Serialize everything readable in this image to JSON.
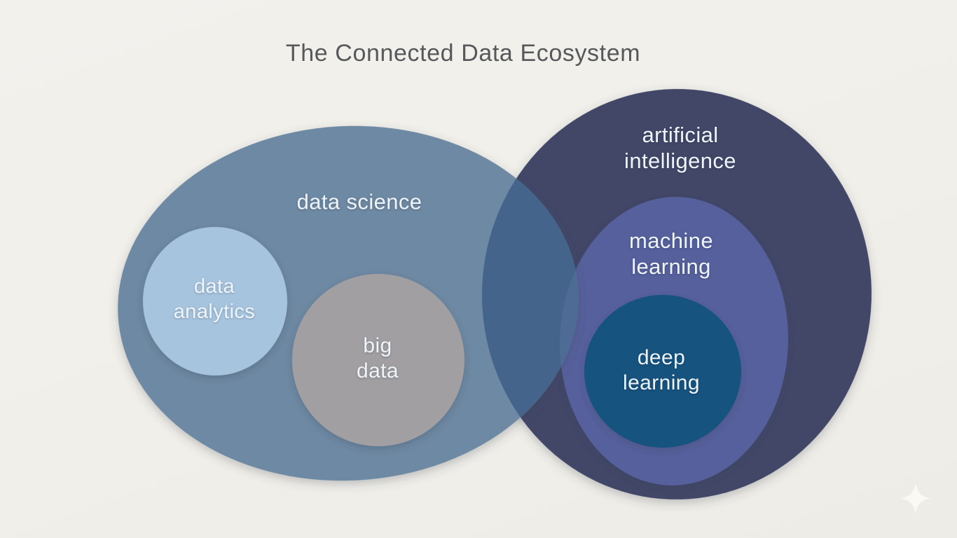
{
  "page": {
    "title": "The Connected Data Ecosystem",
    "title_color": "#56585b",
    "background_color": "#f1efe9"
  },
  "venn": {
    "label_color": "#eef4f8",
    "sets": [
      {
        "id": "data-science",
        "label": "data science",
        "color": "#6e89a3",
        "parent": null
      },
      {
        "id": "data-analytics",
        "label": "data\nanalytics",
        "color": "#a7c4de",
        "parent": "data-science"
      },
      {
        "id": "big-data",
        "label": "big\ndata",
        "color": "#a19fa2",
        "parent": "data-science"
      },
      {
        "id": "artificial-intelligence",
        "label": "artificial\nintelligence",
        "color": "#424768",
        "parent": null
      },
      {
        "id": "machine-learning",
        "label": "machine\nlearning",
        "color": "#56609c",
        "parent": "artificial-intelligence"
      },
      {
        "id": "deep-learning",
        "label": "deep\nlearning",
        "color": "#14527f",
        "parent": "machine-learning"
      }
    ],
    "overlaps": [
      {
        "between": [
          "data-science",
          "artificial-intelligence"
        ],
        "color": "#44648b"
      },
      {
        "between": [
          "data-science",
          "machine-learning"
        ],
        "color": "#4e6b96"
      }
    ]
  },
  "watermark": {
    "icon": "sparkle-icon",
    "color": "#fcfbf6"
  }
}
